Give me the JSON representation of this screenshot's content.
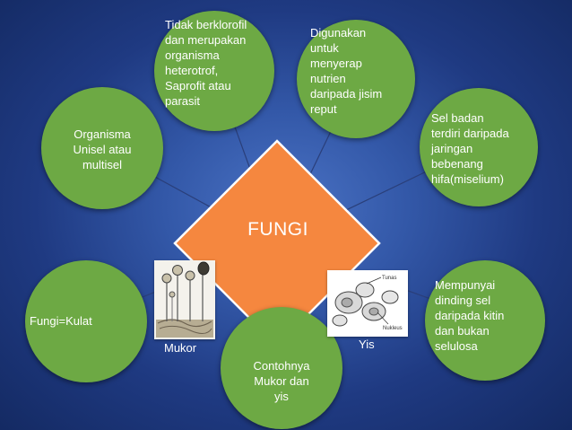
{
  "center": {
    "label": "FUNGI",
    "color": "#f5873f"
  },
  "nodes": [
    {
      "id": "heterotrof",
      "text": "Tidak berklorofil\ndan merupakan\norganisma\nheterotrof,\nSaprofit atau\nparasit"
    },
    {
      "id": "nutrien",
      "text": "Digunakan\nuntuk\nmenyerap\nnutrien\ndaripada jisim\nreput"
    },
    {
      "id": "unisel",
      "text": "Organisma\nUnisel atau\nmultisel"
    },
    {
      "id": "hifa",
      "text": "Sel badan\nterdiri daripada\njaringan\nbebenang\nhifa(miselium)"
    },
    {
      "id": "kulat",
      "text": "Fungi=Kulat"
    },
    {
      "id": "dinding",
      "text": "Mempunyai\ndinding sel\ndaripada kitin\ndan bukan\nselulosa"
    },
    {
      "id": "contoh",
      "text": "Contohnya\nMukor dan\nyis"
    }
  ],
  "images": {
    "mukor_caption": "Mukor",
    "yis_caption": "Yis",
    "yis_sketch_labels": [
      "Tunas",
      "Nukleus"
    ]
  },
  "colors": {
    "circle": "#6da944",
    "background": "#2b4b9b"
  }
}
